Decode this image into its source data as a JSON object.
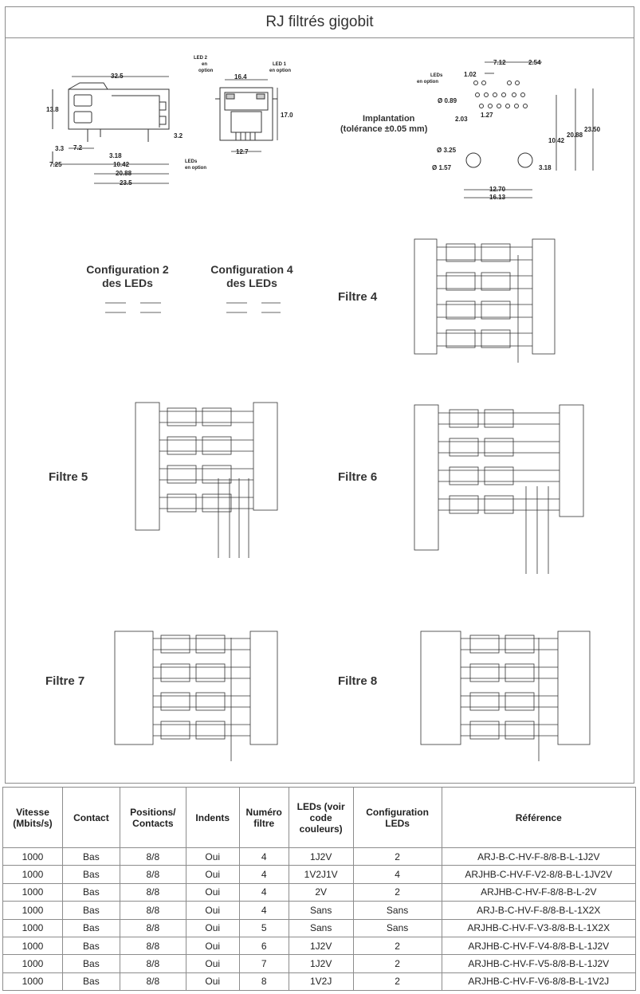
{
  "title": "RJ filtrés gigobit",
  "drawing": {
    "dims_side": [
      "32.5",
      "13.8",
      "3.3",
      "7.2",
      "3.18",
      "10.42",
      "7.25",
      "20.88",
      "23.5"
    ],
    "dims_front": [
      "LED 2",
      "en",
      "option",
      "LED 1",
      "en option",
      "16.4",
      "17.0",
      "3.2",
      "12.7",
      "LEDs",
      "en option"
    ],
    "implantation_title": "Implantation",
    "implantation_sub": "(tolérance ±0.05 mm)",
    "dims_implant": [
      "7.12",
      "2.54",
      "1.02",
      "LEDs",
      "en option",
      "Ø 0.89",
      "2.03",
      "1.27",
      "10.42",
      "20.88",
      "23.50",
      "Ø 3.25",
      "Ø 1.57",
      "3.18",
      "12.70",
      "16.13"
    ]
  },
  "config2": {
    "line1": "Configuration 2",
    "line2": "des LEDs"
  },
  "config4": {
    "line1": "Configuration 4",
    "line2": "des LEDs"
  },
  "filters": [
    "Filtre 4",
    "Filtre 5",
    "Filtre 6",
    "Filtre 7",
    "Filtre 8"
  ],
  "table": {
    "headers": [
      "Vitesse (Mbits/s)",
      "Contact",
      "Positions/ Contacts",
      "Indents",
      "Numéro filtre",
      "LEDs (voir code couleurs)",
      "Configuration LEDs",
      "Référence"
    ],
    "rows": [
      [
        "1000",
        "Bas",
        "8/8",
        "Oui",
        "4",
        "1J2V",
        "2",
        "ARJ-B-C-HV-F-8/8-B-L-1J2V"
      ],
      [
        "1000",
        "Bas",
        "8/8",
        "Oui",
        "4",
        "1V2J1V",
        "4",
        "ARJHB-C-HV-F-V2-8/8-B-L-1JV2V"
      ],
      [
        "1000",
        "Bas",
        "8/8",
        "Oui",
        "4",
        "2V",
        "2",
        "ARJHB-C-HV-F-8/8-B-L-2V"
      ],
      [
        "1000",
        "Bas",
        "8/8",
        "Oui",
        "4",
        "Sans",
        "Sans",
        "ARJ-B-C-HV-F-8/8-B-L-1X2X"
      ],
      [
        "1000",
        "Bas",
        "8/8",
        "Oui",
        "5",
        "Sans",
        "Sans",
        "ARJHB-C-HV-F-V3-8/8-B-L-1X2X"
      ],
      [
        "1000",
        "Bas",
        "8/8",
        "Oui",
        "6",
        "1J2V",
        "2",
        "ARJHB-C-HV-F-V4-8/8-B-L-1J2V"
      ],
      [
        "1000",
        "Bas",
        "8/8",
        "Oui",
        "7",
        "1J2V",
        "2",
        "ARJHB-C-HV-F-V5-8/8-B-L-1J2V"
      ],
      [
        "1000",
        "Bas",
        "8/8",
        "Oui",
        "8",
        "1V2J",
        "2",
        "ARJHB-C-HV-F-V6-8/8-B-L-1V2J"
      ]
    ]
  }
}
